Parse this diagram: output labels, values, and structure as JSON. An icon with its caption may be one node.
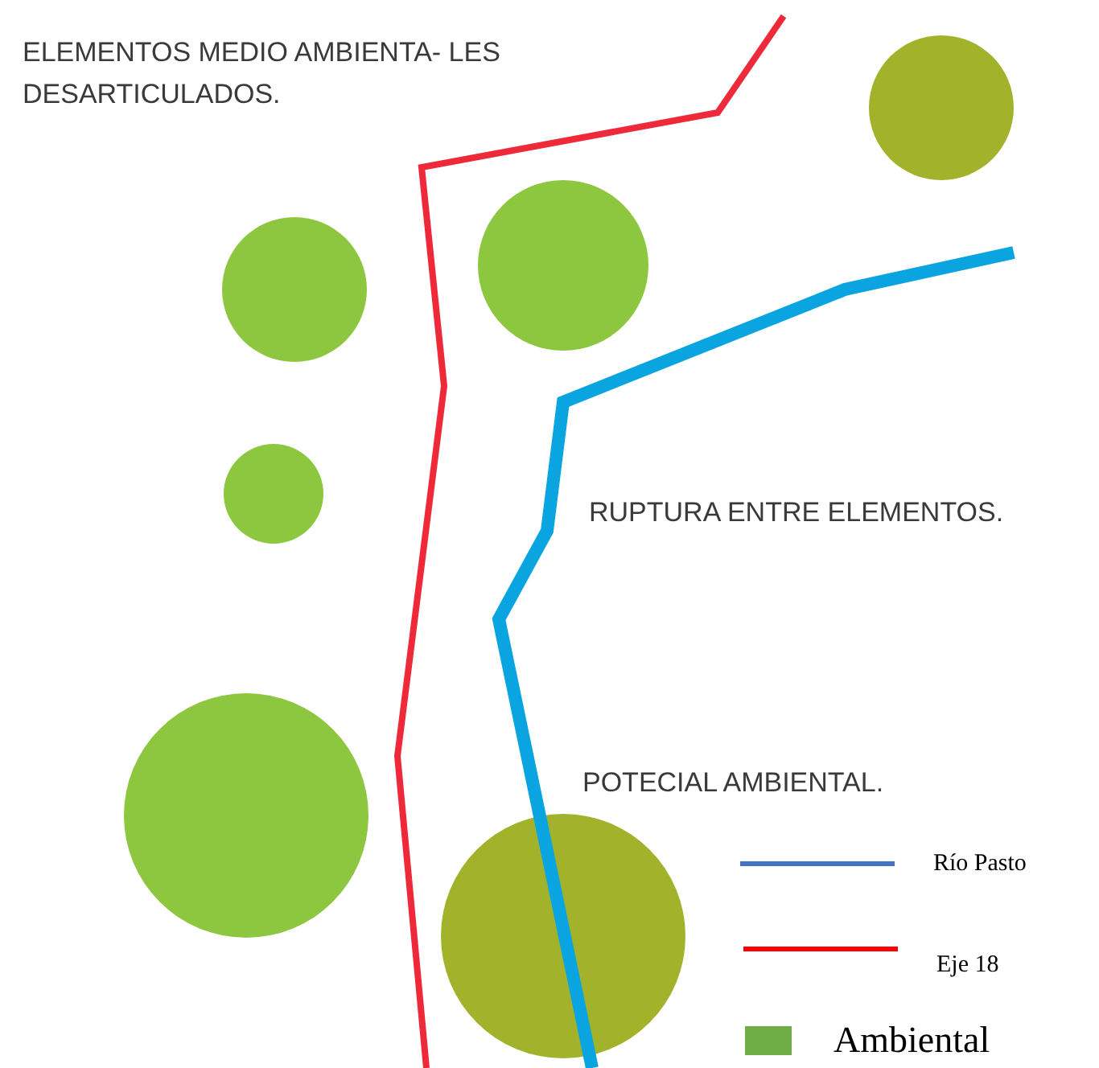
{
  "diagram": {
    "nodes": [
      {
        "text": [],
        "shape": "circle"
      },
      {
        "text": [],
        "shape": "circle"
      },
      {
        "text": [],
        "shape": "circle"
      },
      {
        "text": [],
        "shape": "circle"
      },
      {
        "text": [],
        "shape": "circle"
      },
      {
        "text": [],
        "shape": "circle"
      }
    ],
    "edges": [],
    "labels": [
      "ELEMENTOS MEDIO AMBIENTA- LES DESARTICULADOS.",
      "RUPTURA ENTRE ELEMENTOS.",
      "POTECIAL AMBIENTAL."
    ],
    "legend": [
      {
        "text": "Río Pasto"
      },
      {
        "text": "Eje 18"
      },
      {
        "text": "Ambiental",
        "color": "#70ad47"
      }
    ]
  }
}
